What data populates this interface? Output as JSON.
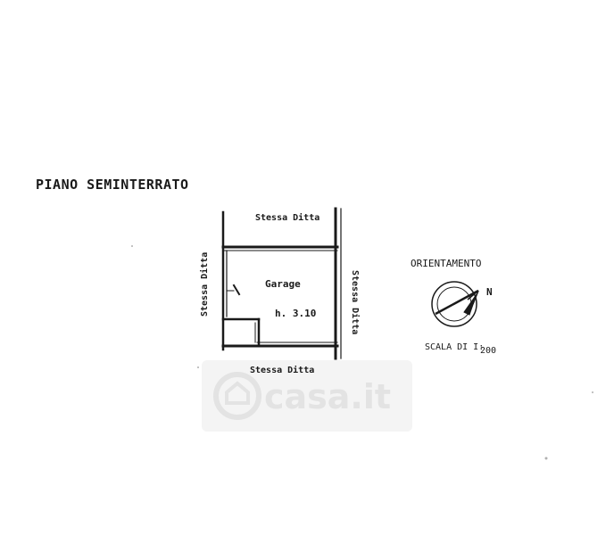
{
  "floor_label": "PIANO SEMINTERRATO",
  "room": {
    "name": "Garage",
    "height_label": "h. 3.10"
  },
  "neighbors": {
    "top": "Stessa Ditta",
    "bottom": "Stessa Ditta",
    "left": "Stessa Ditta",
    "right": "Stessa Ditta"
  },
  "orientation": {
    "title": "ORIENTAMENTO",
    "north_letter": "N"
  },
  "scale": {
    "prefix": "SCALA DI I:",
    "value": "200"
  },
  "watermark": {
    "brand": "casa.it",
    "icon": "house-icon"
  },
  "colors": {
    "ink": "#1a1a1a",
    "watermark": "#e6e6e6",
    "background": "#ffffff"
  }
}
